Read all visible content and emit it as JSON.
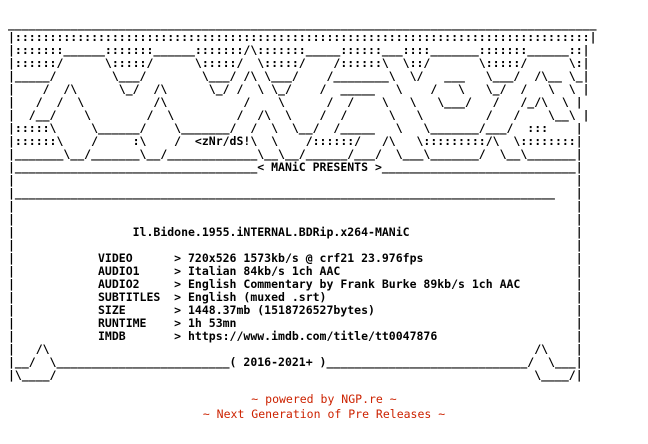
{
  "art_lines": [
    "_____________________________________________________________________________________",
    "|:::::::::::::::::::::::::::::::::::::::::::::::::::::::::::::::::::::::::::::::::::|",
    "|:::::::______:::::::______:::::::/\\:::::::_____::::::___::::_______:::::::______::|",
    "|::::::/      \\:::::/      \\:::::/  \\:::::/    /::::::\\  \\::/       \\:::::/      \\:|",
    "|_____/        \\___/        \\___/ /\\ \\___/    /________\\  \\/   ___   \\___/  /\\__ \\_|",
    "|    /  /\\      \\_/  /\\      \\_/ /  \\ \\_/    /  _____   \\    /   \\   \\_/  /   \\  \\ |",
    "|   /  /  \\          /\\           /    \\      /  /    \\   \\   \\___/   /   /_/\\  \\ |",
    "|  /__/    \\        /  \\         /  /\\  \\    /  /      \\   \\         /   /    \\__\\ |",
    "|:::::\\     \\______/    \\_______/  /  \\  \\__/  /_____   \\   \\_______/___/  :::    |",
    "|::::::\\    /     :\\    /  <zNr/dS!\\  \\    /::::::/   /\\   \\:::::::::/\\  \\::::::::|",
    "|_______\\__/_______\\__/_____________\\__\\__/______/___/  \\___\\_______/  \\__\\_______|",
    "|___________________________________< MANiC PRESENTS >____________________________|",
    "|                                                                                 |",
    "|______________________________________________________________________________   |",
    "|                                                                                 |",
    "|                                                                                 |",
    "|                 Il.Bidone.1955.iNTERNAL.BDRip.x264-MANiC                        |",
    "|                                                                                 |",
    "|            VIDEO      > 720x526 1573kb/s @ crf21 23.976fps                      |",
    "|            AUDIO1     > Italian 84kb/s 1ch AAC                                  |",
    "|            AUDIO2     > English Commentary by Frank Burke 89kb/s 1ch AAC        |",
    "|            SUBTITLES  > English (muxed .srt)                                    |",
    "|            SIZE       > 1448.37mb (1518726527bytes)                             |",
    "|            RUNTIME    > 1h 53mn                                                 |",
    "|            IMDB       > https://www.imdb.com/title/tt0047876                    |",
    "|   /\\                                                                      /\\    |",
    "|__/  \\_________________________( 2016-2021+ )_____________________________/  \\___|",
    "|\\____/                                                                     \\____/|"
  ],
  "release": {
    "name": "Il.Bidone.1955.iNTERNAL.BDRip.x264-MANiC",
    "presents": "MANiC PRESENTS",
    "signature": "zNr/dS!",
    "years": "2016-2021+",
    "details": [
      {
        "key": "VIDEO",
        "value": "720x526 1573kb/s @ crf21 23.976fps"
      },
      {
        "key": "AUDIO1",
        "value": "Italian 84kb/s 1ch AAC"
      },
      {
        "key": "AUDIO2",
        "value": "English Commentary by Frank Burke 89kb/s 1ch AAC"
      },
      {
        "key": "SUBTITLES",
        "value": "English (muxed .srt)"
      },
      {
        "key": "SIZE",
        "value": "1448.37mb (1518726527bytes)"
      },
      {
        "key": "RUNTIME",
        "value": "1h 53mn"
      },
      {
        "key": "IMDB",
        "value": "https://www.imdb.com/title/tt0047876"
      }
    ]
  },
  "footer": {
    "line1": "~ powered by NGP.re ~",
    "line2": "~ Next Generation of Pre Releases ~"
  },
  "colors": {
    "text": "#000000",
    "footer": "#cc2200",
    "background": "#ffffff"
  }
}
